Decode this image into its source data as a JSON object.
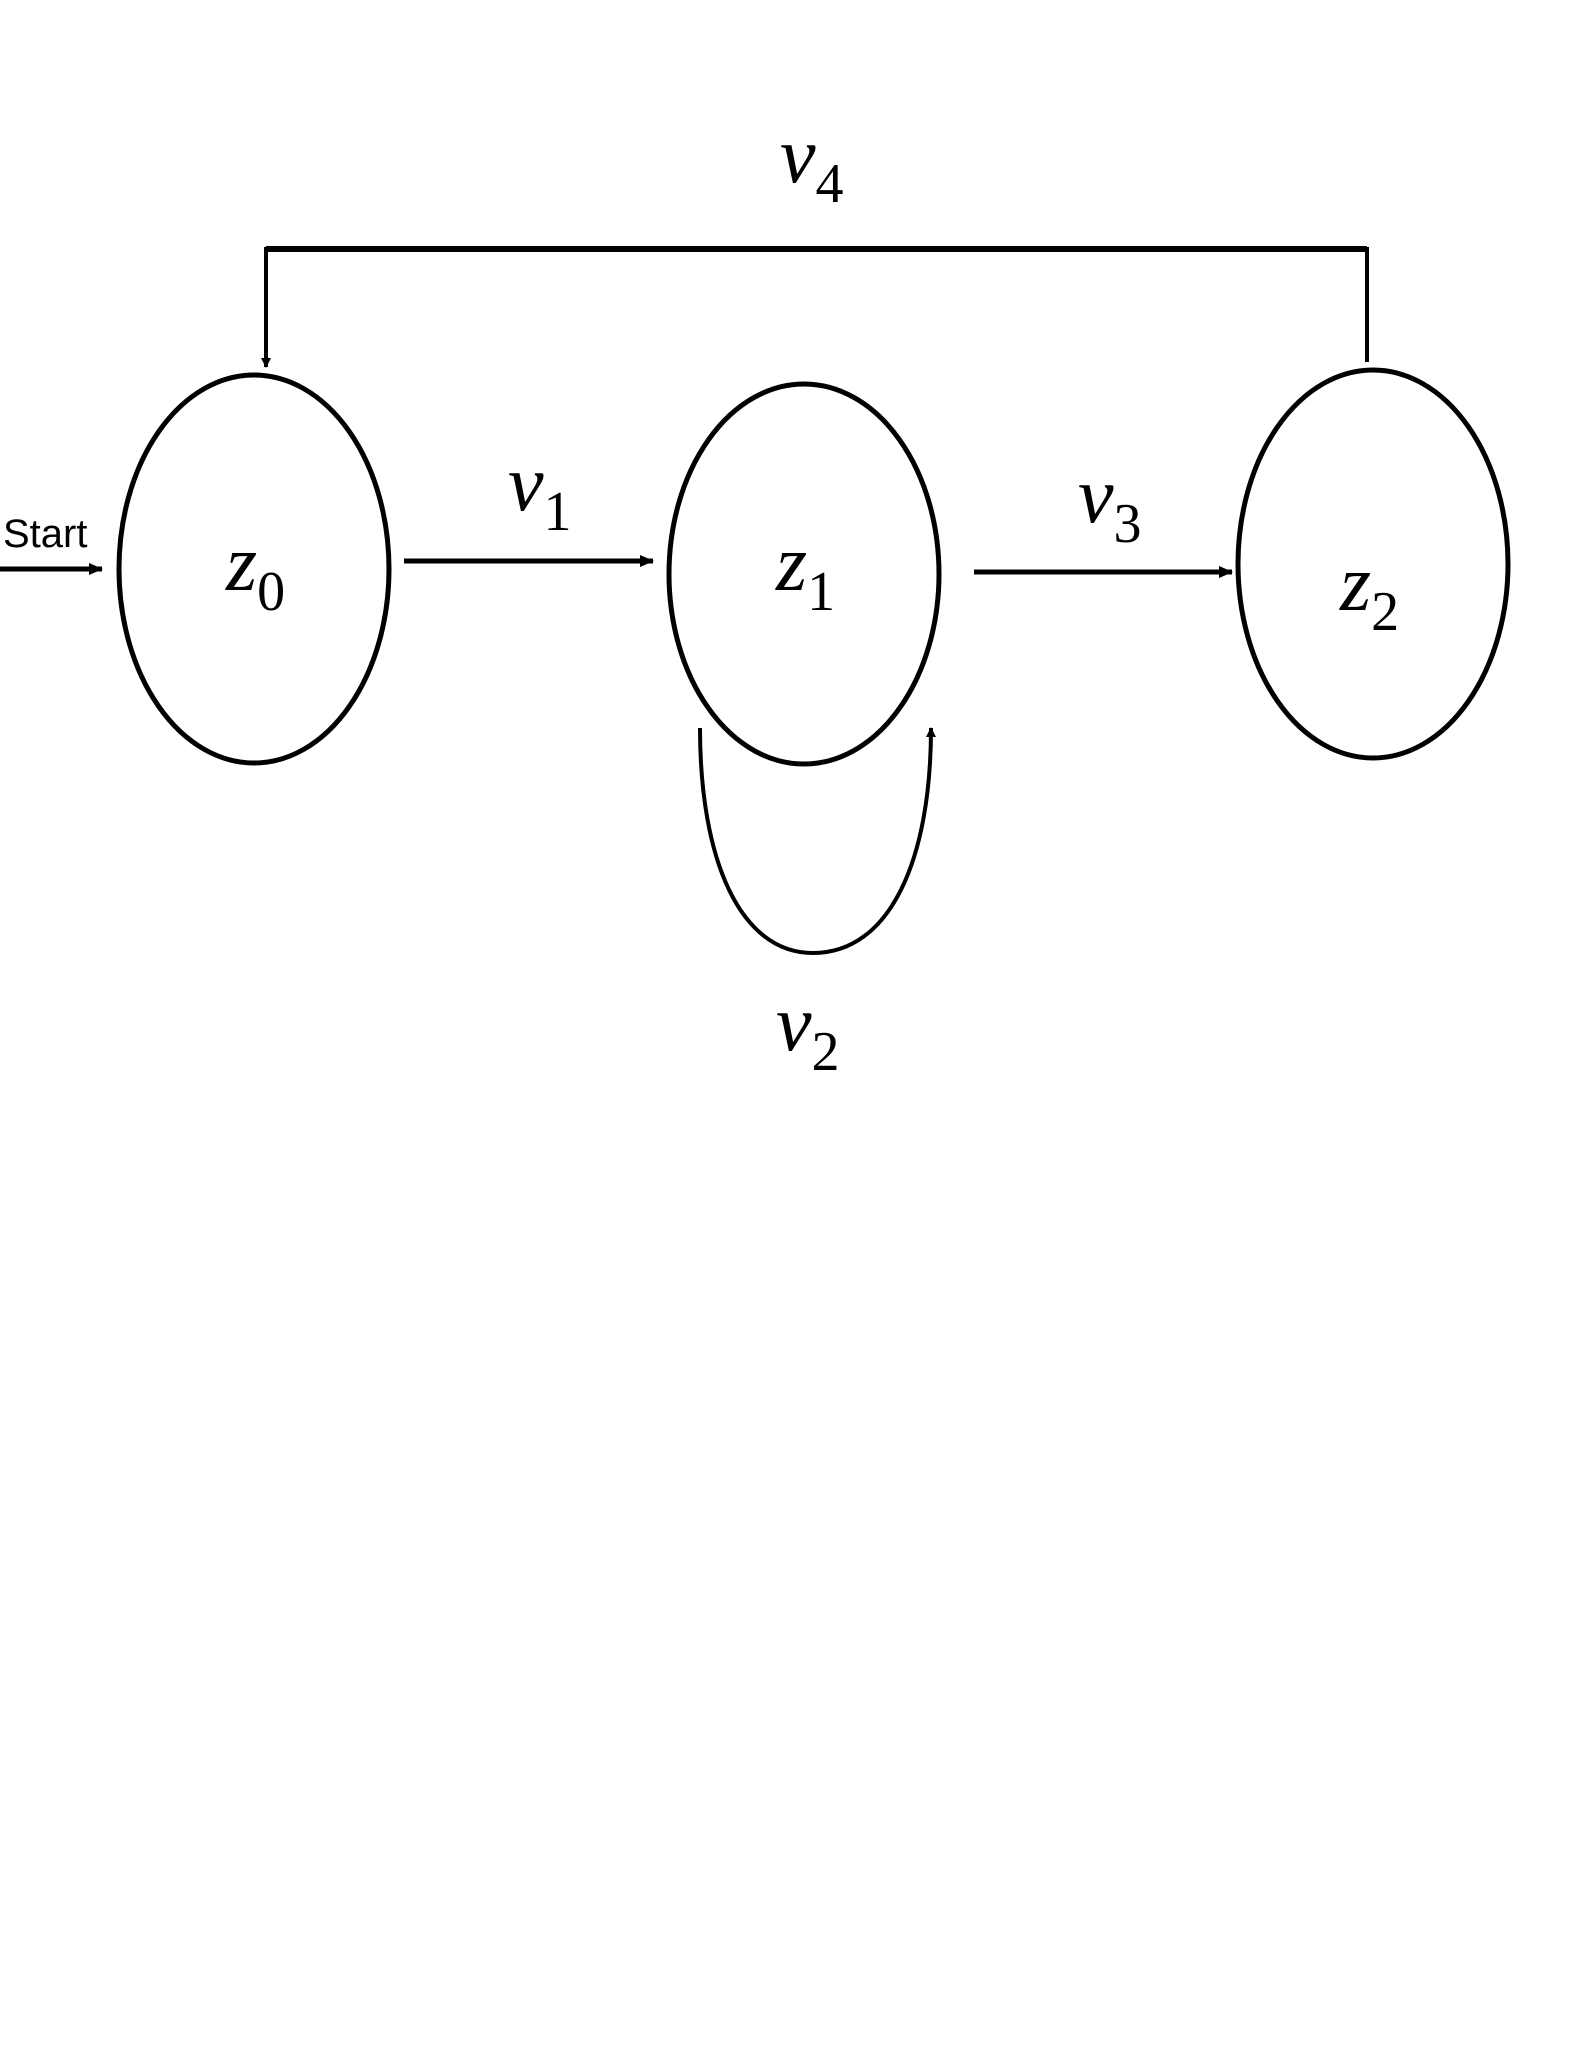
{
  "diagram": {
    "type": "state-machine",
    "start_label": "Start",
    "states": [
      {
        "id": "z0",
        "base": "z",
        "sub": "0"
      },
      {
        "id": "z1",
        "base": "z",
        "sub": "1"
      },
      {
        "id": "z2",
        "base": "z",
        "sub": "2"
      }
    ],
    "transitions": [
      {
        "from": "z0",
        "to": "z1",
        "base": "v",
        "sub": "1"
      },
      {
        "from": "z1",
        "to": "z1",
        "base": "v",
        "sub": "2"
      },
      {
        "from": "z1",
        "to": "z2",
        "base": "v",
        "sub": "3"
      },
      {
        "from": "z2",
        "to": "z0",
        "base": "v",
        "sub": "4"
      }
    ],
    "colors": {
      "stroke": "#000000",
      "background": "#ffffff"
    }
  }
}
